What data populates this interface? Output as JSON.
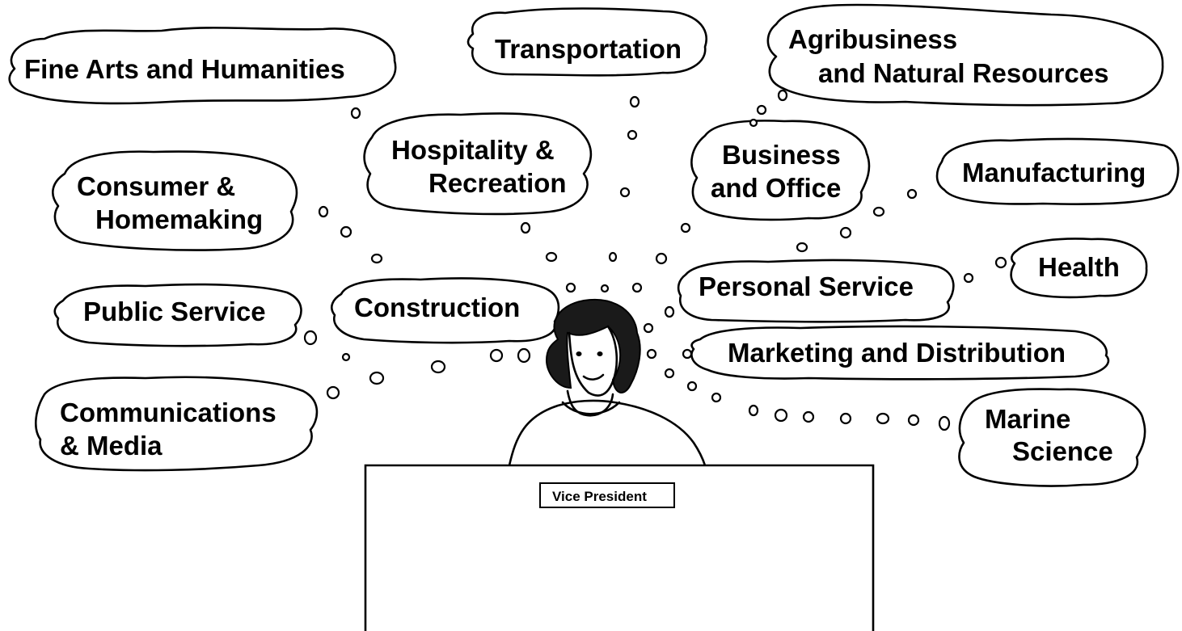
{
  "clouds": {
    "fine_arts": "Fine Arts and Humanities",
    "transportation": "Transportation",
    "agribusiness_1": "Agribusiness",
    "agribusiness_2": "and Natural Resources",
    "hospitality_1": "Hospitality &",
    "hospitality_2": "Recreation",
    "business_1": "Business",
    "business_2": "and Office",
    "manufacturing": "Manufacturing",
    "consumer_1": "Consumer &",
    "consumer_2": "Homemaking",
    "health": "Health",
    "personal_service": "Personal Service",
    "public_service": "Public Service",
    "construction": "Construction",
    "marketing": "Marketing and Distribution",
    "communications_1": "Communications",
    "communications_2": "& Media",
    "marine_1": "Marine",
    "marine_2": "Science"
  },
  "desk": {
    "nameplate": "Vice President"
  }
}
